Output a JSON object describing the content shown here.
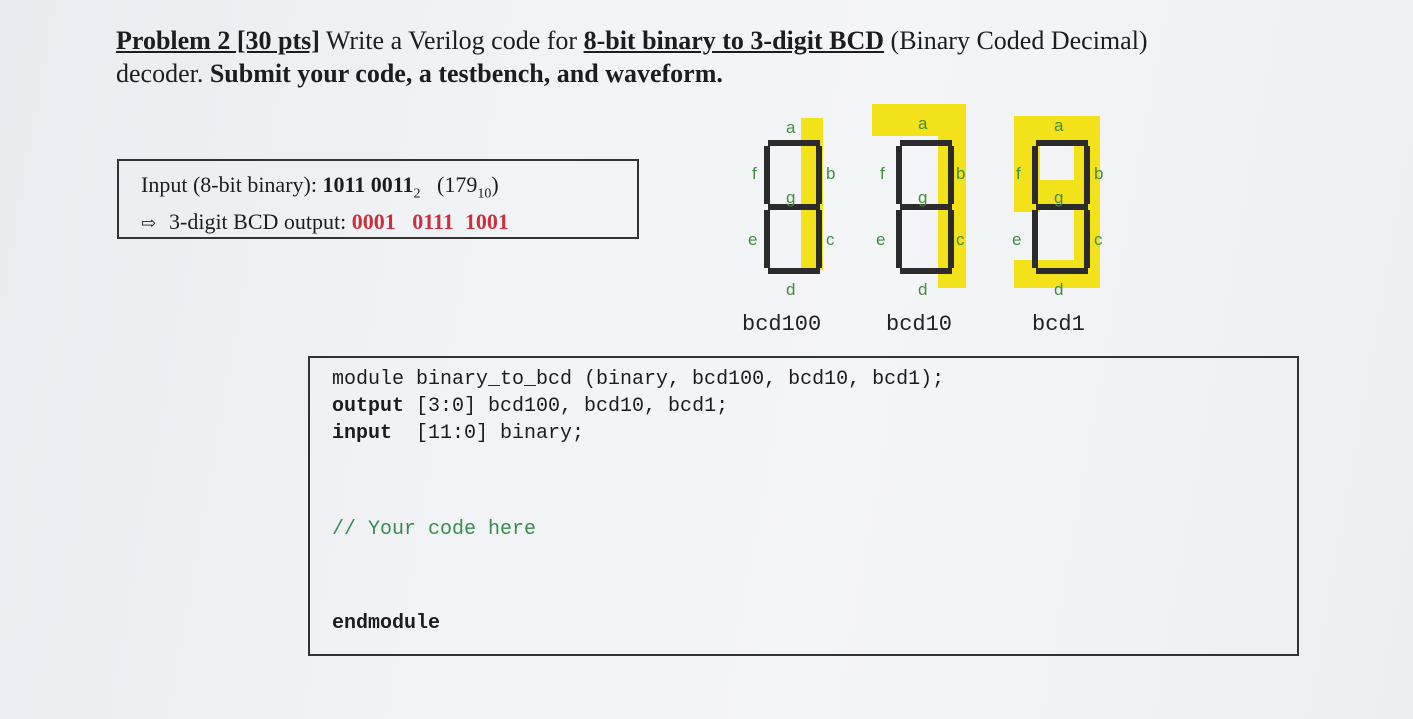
{
  "problem": {
    "label": "Problem 2 [30 pts]",
    "text_before": " Write a Verilog code for ",
    "highlight": "8-bit binary to 3-digit BCD",
    "text_after": " (Binary Coded Decimal)",
    "line2_plain": "decoder. ",
    "line2_bold": "Submit your code, a testbench, and waveform."
  },
  "io_box": {
    "input_label": "Input (8-bit binary): ",
    "input_value": "1011 0011",
    "input_base": "2",
    "decimal_open": "(179",
    "decimal_base": "10",
    "decimal_close": ")",
    "arrow": "⇨",
    "output_label": "3-digit BCD output: ",
    "output_value": "0001   0111  1001"
  },
  "segment_labels": {
    "a": "a",
    "b": "b",
    "c": "c",
    "d": "d",
    "e": "e",
    "f": "f",
    "g": "g"
  },
  "digits": [
    {
      "name": "bcd100",
      "value": 1,
      "highlighted_segments": [
        "b",
        "c"
      ]
    },
    {
      "name": "bcd10",
      "value": 7,
      "highlighted_segments": [
        "a",
        "b",
        "c"
      ]
    },
    {
      "name": "bcd1",
      "value": 9,
      "highlighted_segments": [
        "a",
        "b",
        "c",
        "d",
        "f",
        "g"
      ]
    }
  ],
  "highlight_color": "#f3e21a",
  "code": {
    "line1": "module binary_to_bcd (binary, bcd100, bcd10, bcd1);",
    "line2_kw": "output",
    "line2_rest": " [3:0] bcd100, bcd10, bcd1;",
    "line3_kw": "input",
    "line3_rest": "  [11:0] binary;",
    "comment": "// Your code here",
    "end": "endmodule"
  }
}
